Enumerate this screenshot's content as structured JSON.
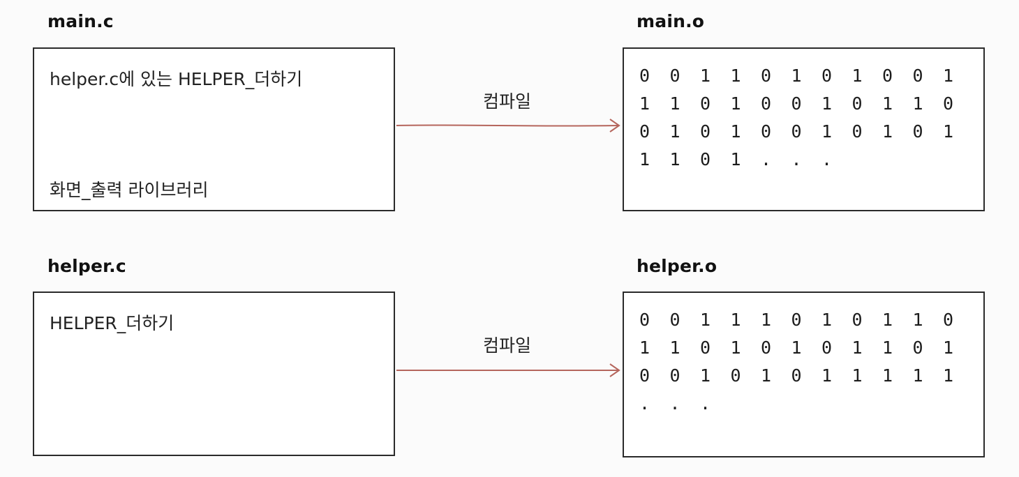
{
  "colors": {
    "arrow": "#b5655c",
    "box_border": "#2a2a2a",
    "background": "#fbfbfb"
  },
  "top": {
    "source": {
      "label": "main.c",
      "lines": [
        "helper.c에 있는 HELPER_더하기",
        "화면_출력 라이브러리"
      ]
    },
    "arrow_label": "컴파일",
    "object": {
      "label": "main.o",
      "rows": [
        [
          "0",
          "0",
          "1",
          "1",
          "0",
          "1",
          "0",
          "1",
          "0",
          "0",
          "1"
        ],
        [
          "1",
          "1",
          "0",
          "1",
          "0",
          "0",
          "1",
          "0",
          "1",
          "1",
          "0"
        ],
        [
          "0",
          "1",
          "0",
          "1",
          "0",
          "0",
          "1",
          "0",
          "1",
          "0",
          "1"
        ],
        [
          "1",
          "1",
          "0",
          "1",
          ".",
          ".",
          "."
        ]
      ]
    }
  },
  "bottom": {
    "source": {
      "label": "helper.c",
      "lines": [
        "HELPER_더하기"
      ]
    },
    "arrow_label": "컴파일",
    "object": {
      "label": "helper.o",
      "rows": [
        [
          "0",
          "0",
          "1",
          "1",
          "1",
          "0",
          "1",
          "0",
          "1",
          "1",
          "0"
        ],
        [
          "1",
          "1",
          "0",
          "1",
          "0",
          "1",
          "0",
          "1",
          "1",
          "0",
          "1"
        ],
        [
          "0",
          "0",
          "1",
          "0",
          "1",
          "0",
          "1",
          "1",
          "1",
          "1",
          "1"
        ],
        [
          ".",
          ".",
          "."
        ]
      ]
    }
  }
}
